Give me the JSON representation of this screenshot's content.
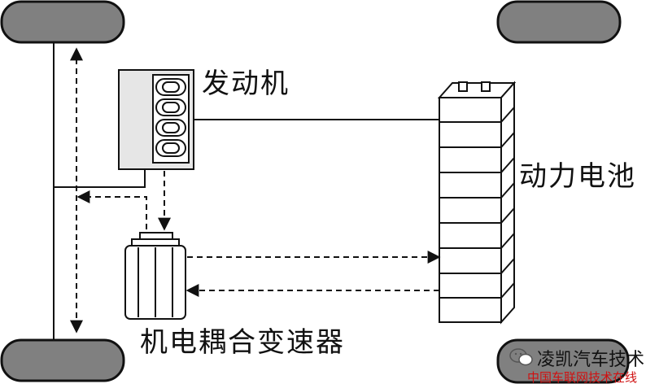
{
  "labels": {
    "engine": "发动机",
    "battery": "动力电池",
    "transmission": "机电耦合变速器"
  },
  "watermark": {
    "brand": "凌凯汽车技术",
    "site": "中国车联网技术在线",
    "icon": "wechat-icon"
  },
  "colors": {
    "wheel_fill": "#808080",
    "engine_fill": "#e6e6e6",
    "stroke": "#111111",
    "watermark_red": "#d01010"
  }
}
